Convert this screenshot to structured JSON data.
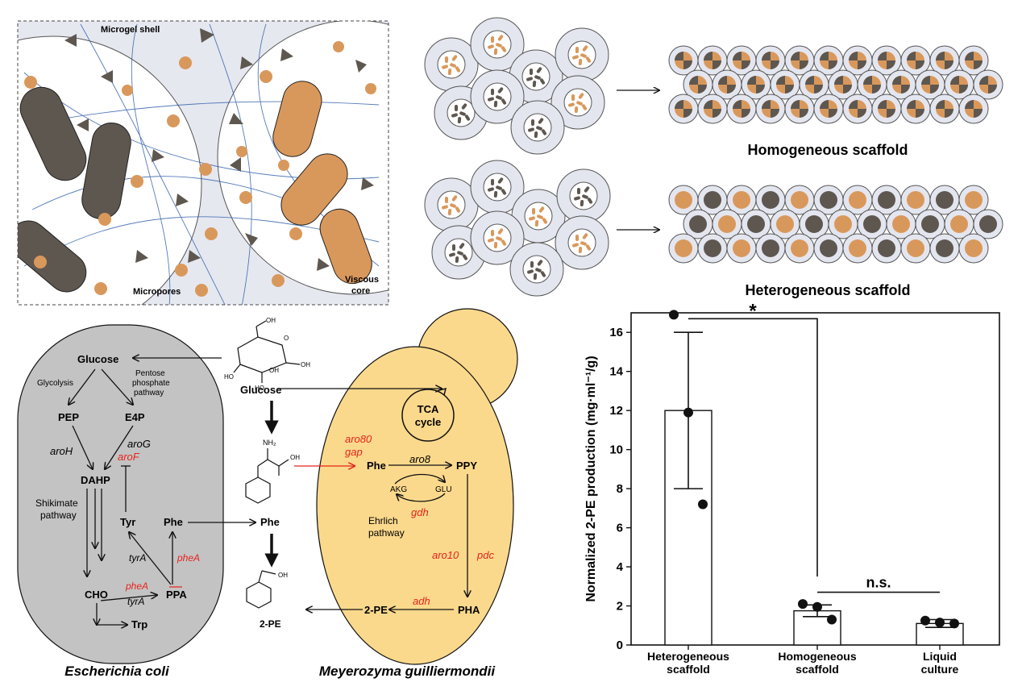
{
  "panel_a": {
    "shell_label": "Microgel shell",
    "micropores_label": "Micropores",
    "core_label_1": "Viscous",
    "core_label_2": "core"
  },
  "panel_b": {
    "homogeneous_label": "Homogeneous scaffold",
    "heterogeneous_label": "Heterogeneous scaffold"
  },
  "panel_c": {
    "ecoli": {
      "species": "Escherichia coli",
      "glucose": "Glucose",
      "glycolysis": "Glycolysis",
      "ppp_1": "Pentose",
      "ppp_2": "phosphate",
      "ppp_3": "pathway",
      "pep": "PEP",
      "e4p": "E4P",
      "aroH": "aroH",
      "aroG": "aroG",
      "aroF": "aroF",
      "dahp": "DAHP",
      "shik_1": "Shikimate",
      "shik_2": "pathway",
      "tyr": "Tyr",
      "phe": "Phe",
      "tyrA_1": "tyrA",
      "pheA_1": "pheA",
      "pheA_2": "pheA",
      "tyrA_2": "tyrA",
      "cho": "CHO",
      "ppa": "PPA",
      "trp": "Trp"
    },
    "middle": {
      "glucose": "Glucose",
      "phe": "Phe",
      "pe": "2-PE",
      "nh2": "NH₂",
      "oh": "OH"
    },
    "yeast": {
      "species": "Meyerozyma guilliermondii",
      "tca_1": "TCA",
      "tca_2": "cycle",
      "aro80": "aro80",
      "gap": "gap",
      "phe": "Phe",
      "aro8": "aro8",
      "ppy": "PPY",
      "akg": "AKG",
      "glu": "GLU",
      "gdh": "gdh",
      "ehr_1": "Ehrlich",
      "ehr_2": "pathway",
      "aro10": "aro10",
      "pdc": "pdc",
      "pe": "2-PE",
      "adh": "adh",
      "pha": "PHA"
    }
  },
  "chart_data": {
    "type": "bar",
    "categories": [
      "Heterogeneous scaffold",
      "Homogeneous scaffold",
      "Liquid culture"
    ],
    "cat_line1": [
      "Heterogeneous",
      "Homogeneous",
      "Liquid"
    ],
    "cat_line2": [
      "scaffold",
      "scaffold",
      "culture"
    ],
    "values": [
      12.0,
      1.75,
      1.1
    ],
    "error": [
      4.0,
      0.3,
      0.2
    ],
    "points": [
      [
        16.9,
        11.9,
        7.2
      ],
      [
        2.1,
        1.95,
        1.3
      ],
      [
        1.25,
        1.15,
        1.1
      ]
    ],
    "ylabel": "Normalized 2-PE production (mg·ml⁻¹/g)",
    "ylim": [
      0,
      17
    ],
    "yticks": [
      "0",
      "2",
      "4",
      "6",
      "8",
      "10",
      "12",
      "14",
      "16"
    ],
    "sig_1": "*",
    "sig_2": "n.s.",
    "bar_fill": "#ffffff",
    "point_color": "#111111"
  },
  "colors": {
    "dark_cell": "#5e5750",
    "orange": "#d9985b",
    "microgel": "#e4e6ef",
    "ecoli_bg": "#c3c3c3",
    "yeast_bg": "#fbd98c",
    "red_text": "#e8231c"
  }
}
